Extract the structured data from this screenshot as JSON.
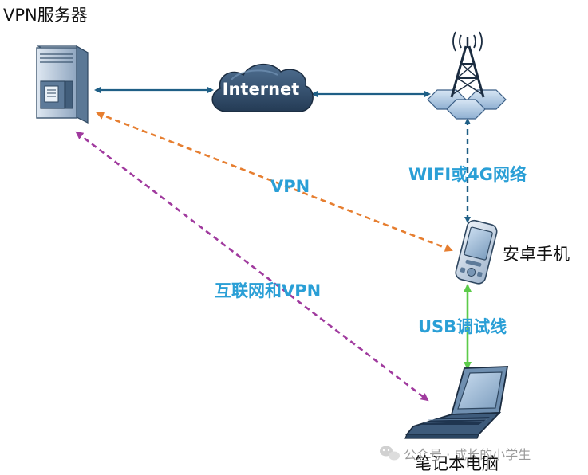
{
  "nodes": {
    "server_label": "VPN服务器",
    "internet_label": "Internet",
    "phone_label": "安卓手机",
    "laptop_label": "笔记本电脑"
  },
  "links": {
    "wifi_label": "WIFI或4G网络",
    "vpn_label": "VPN",
    "internet_vpn_label": "互联网和VPN",
    "usb_label": "USB调试线"
  },
  "watermark": {
    "text": "公众号 · 成长的小学生"
  },
  "colors": {
    "link_blue": "#1f5f86",
    "vpn_orange": "#e67e30",
    "internet_vpn_purple": "#a03a9e",
    "usb_green": "#5ccb4a",
    "label_blue": "#2a9fd6"
  }
}
